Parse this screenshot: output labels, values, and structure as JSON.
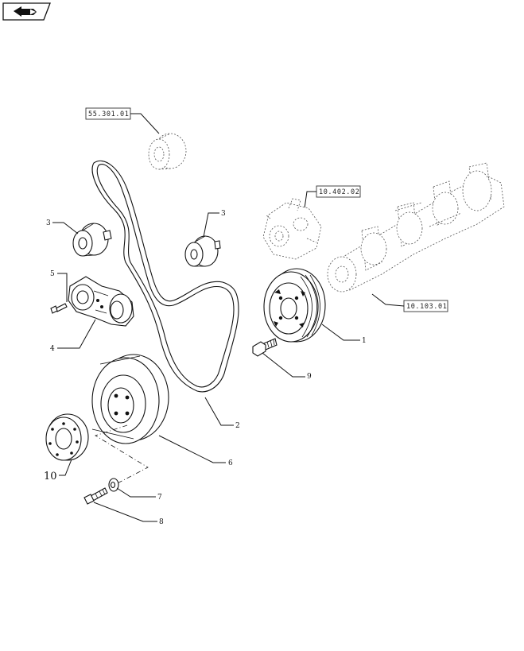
{
  "nav": {
    "icon": "back-arrow-icon"
  },
  "references": {
    "ref_a": "55.301.01",
    "ref_b": "10.402.02",
    "ref_c": "10.103.01"
  },
  "callouts": {
    "c1": "1",
    "c2": "2",
    "c3a": "3",
    "c3b": "3",
    "c4": "4",
    "c5": "5",
    "c6": "6",
    "c7": "7",
    "c8": "8",
    "c9": "9",
    "c10": "10"
  }
}
